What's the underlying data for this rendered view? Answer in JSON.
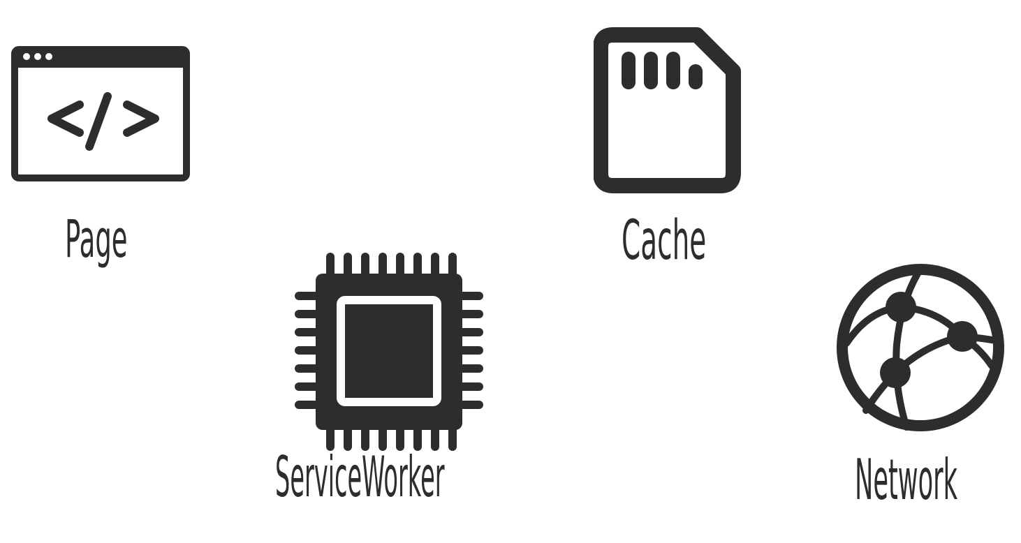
{
  "colors": {
    "ink": "#2d2d2d",
    "background": "#ffffff"
  },
  "nodes": {
    "page": {
      "label": "Page",
      "icon": "browser-code-icon"
    },
    "cache": {
      "label": "Cache",
      "icon": "sd-card-icon"
    },
    "service_worker": {
      "label": "ServiceWorker",
      "icon": "cpu-chip-icon"
    },
    "network": {
      "label": "Network",
      "icon": "globe-network-icon"
    }
  }
}
